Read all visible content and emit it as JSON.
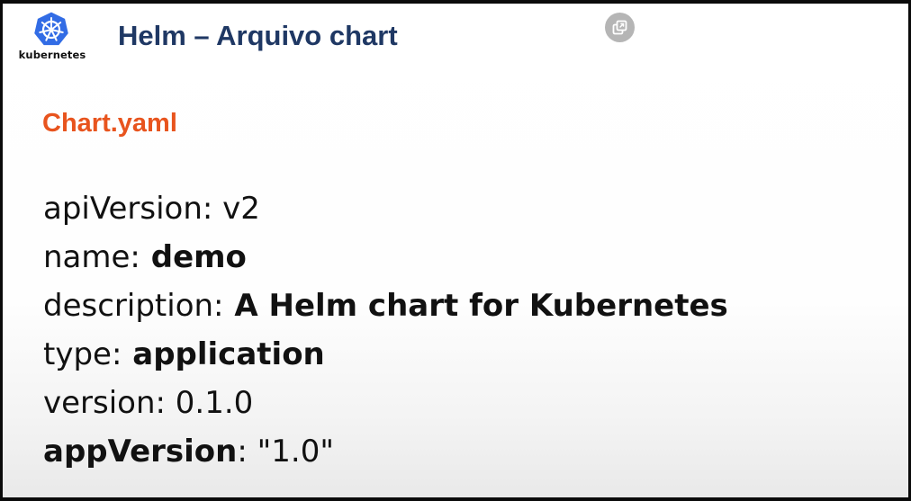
{
  "header": {
    "logo_text": "kubernetes",
    "title": "Helm – Arquivo chart"
  },
  "controls": {
    "popout_icon": "popout-icon"
  },
  "content": {
    "subtitle": "Chart.yaml",
    "lines": [
      {
        "key": "apiVersion:",
        "value": " v2"
      },
      {
        "key": "name:",
        "value": " demo"
      },
      {
        "key": "description:",
        "value": " A Helm chart for Kubernetes"
      },
      {
        "key": "type:",
        "value": " application"
      },
      {
        "key": "version:",
        "value": " 0.1.0"
      },
      {
        "key": "appVersion",
        "value": ": \"1.0\""
      }
    ]
  },
  "colors": {
    "title": "#1f3864",
    "subtitle": "#e8541e",
    "kubernetes_blue": "#326ce5"
  }
}
